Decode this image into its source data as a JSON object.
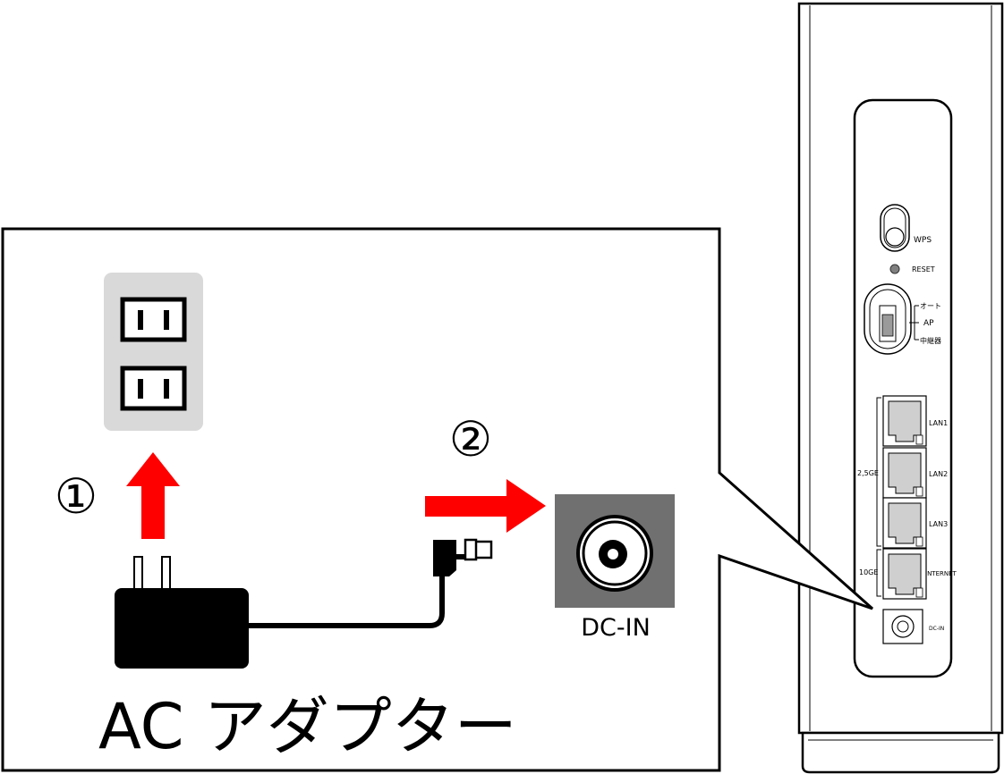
{
  "diagram": {
    "steps": {
      "step1": "①",
      "step2": "②"
    },
    "labels": {
      "dc_in_callout": "DC-IN",
      "ac_adapter": "AC アダプター"
    },
    "router": {
      "wps": "WPS",
      "reset": "RESET",
      "mode_auto": "オート",
      "mode_ap": "AP",
      "mode_repeater": "中継器",
      "lan1": "LAN1",
      "lan2": "LAN2",
      "lan3": "LAN3",
      "internet": "INTERNET",
      "speed_25": "2,5GE",
      "speed_10": "10GE",
      "dc_in": "DC-IN"
    },
    "colors": {
      "arrow": "#ff0000",
      "outlet_plate": "#d9d9d9",
      "dc_panel": "#707070",
      "adapter": "#000000"
    }
  }
}
